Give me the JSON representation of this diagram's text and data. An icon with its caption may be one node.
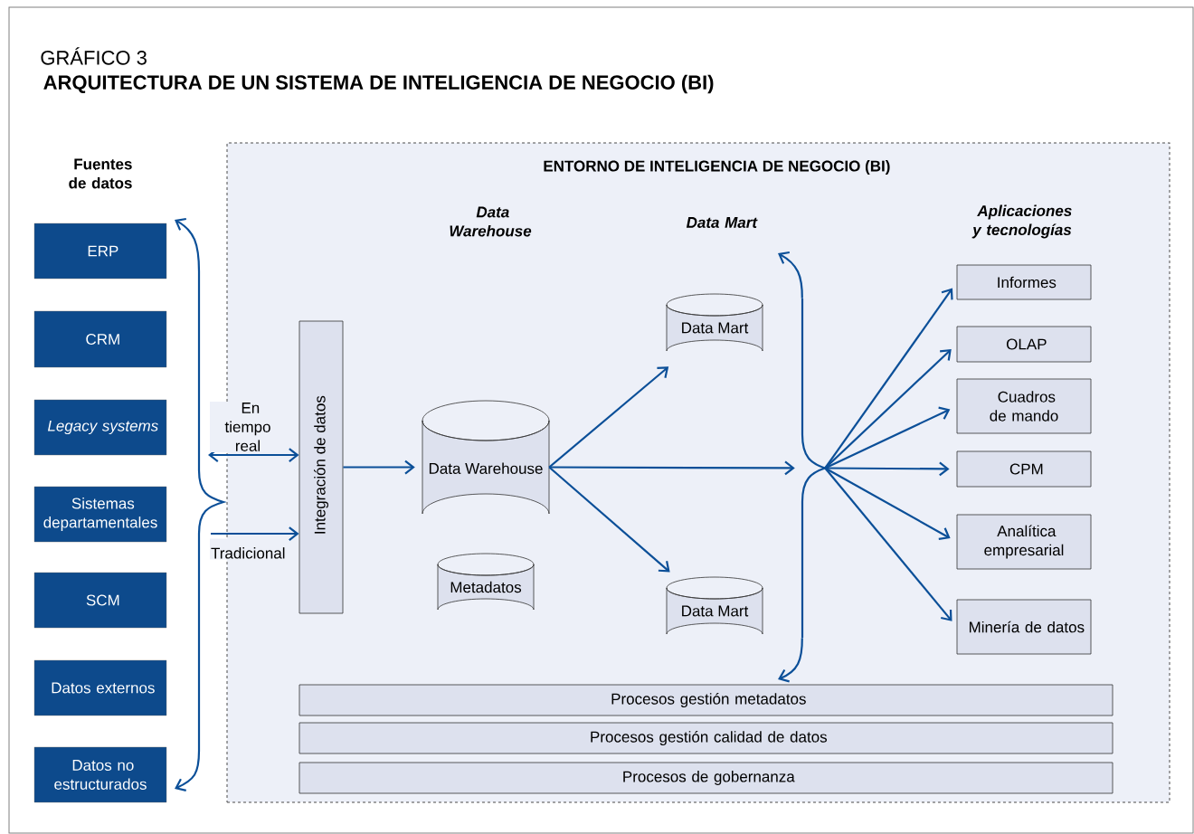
{
  "diagram": {
    "title": "ARQUITECTURA DE UN SISTEMA DE INTELIGENCIA DE NEGOCIO (BI)",
    "nodes": [
      {
        "text": [
          "ENTORNO DE INTELIGENCIA DE NEGOCIO (BI)"
        ]
      },
      {
        "text": [
          "ERP"
        ]
      },
      {
        "text": [
          "CRM"
        ]
      },
      {
        "text": [
          "Legacy systems"
        ]
      },
      {
        "text": [
          "Sistemas departamentales"
        ]
      },
      {
        "text": [
          "SCM"
        ]
      },
      {
        "text": [
          "Datos externos"
        ]
      },
      {
        "text": [
          "Datos no estructurados"
        ]
      },
      {
        "text": [
          "Integración de datos"
        ],
        "in": 0
      },
      {
        "text": [
          "Data Warehouse"
        ],
        "in": 0
      },
      {
        "text": [
          "Metadatos"
        ],
        "in": 0
      },
      {
        "text": [
          "Data Mart"
        ],
        "in": 0
      },
      {
        "text": [
          "Data Mart"
        ],
        "in": 0
      },
      {
        "text": [
          "Informes"
        ],
        "in": 0
      },
      {
        "text": [
          "OLAP"
        ],
        "in": 0
      },
      {
        "text": [
          "Cuadros de mando"
        ],
        "in": 0
      },
      {
        "text": [
          "CPM"
        ],
        "in": 0
      },
      {
        "text": [
          "Analítica empresarial"
        ],
        "in": 0
      },
      {
        "text": [
          "Minería de datos"
        ],
        "in": 0
      },
      {
        "text": [
          "Procesos gestión metadatos"
        ],
        "in": 0
      },
      {
        "text": [
          "Procesos gestión calidad de datos"
        ],
        "in": 0
      },
      {
        "text": [
          "Procesos de gobernanza"
        ],
        "in": 0
      },
      {
        "text": [],
        "shape": "bracket",
        "in": 0
      }
    ],
    "edges": [
      {
        "from": null,
        "to": 8,
        "arrow": "both",
        "label": "En tiempo real"
      },
      {
        "from": null,
        "to": 8,
        "arrow": "to",
        "label": "Tradicional"
      },
      {
        "from": 8,
        "to": 9,
        "arrow": "to"
      },
      {
        "from": 9,
        "to": 11,
        "arrow": "to"
      },
      {
        "from": 9,
        "to": 22,
        "arrow": "to"
      },
      {
        "from": 9,
        "to": 12,
        "arrow": "to"
      },
      {
        "from": 22,
        "to": 13,
        "arrow": "to"
      },
      {
        "from": 22,
        "to": 14,
        "arrow": "to"
      },
      {
        "from": 22,
        "to": 15,
        "arrow": "to"
      },
      {
        "from": 22,
        "to": 16,
        "arrow": "to"
      },
      {
        "from": 22,
        "to": 17,
        "arrow": "to"
      },
      {
        "from": 22,
        "to": 18,
        "arrow": "to"
      },
      {
        "from": 22,
        "to": null,
        "arrow": "to"
      },
      {
        "from": 22,
        "to": 19,
        "arrow": "to"
      }
    ],
    "labels": [
      "GRÁFICO 3",
      "Fuentes de datos",
      "Data Warehouse",
      "Data Mart",
      "Aplicaciones y tecnologías"
    ]
  }
}
